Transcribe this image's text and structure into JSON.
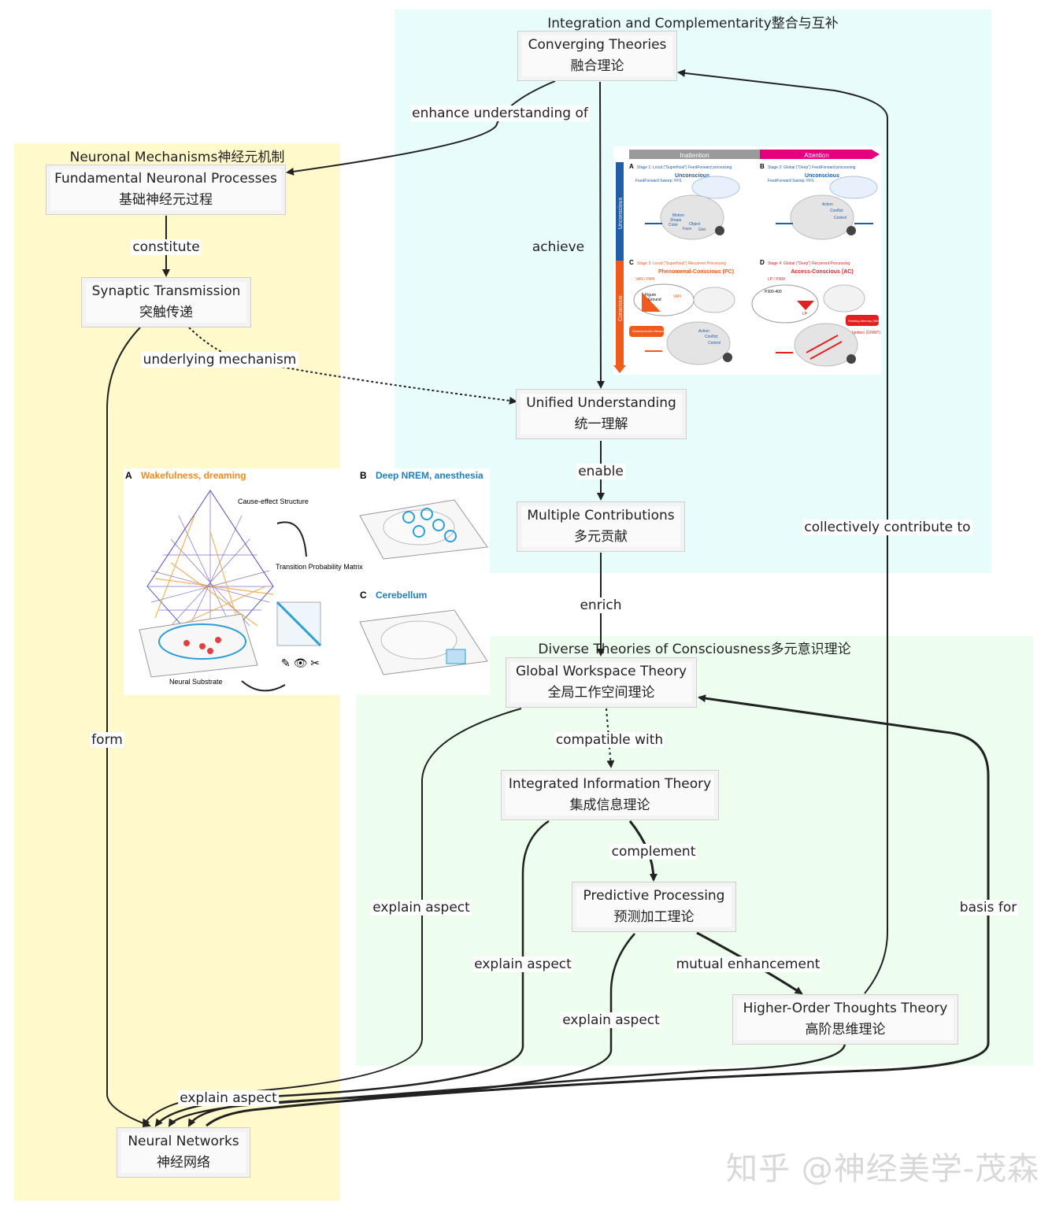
{
  "groups": {
    "integration": "Integration and Complementarity整合与互补",
    "neuronal": "Neuronal Mechanisms神经元机制",
    "diverse": "Diverse Theories of Consciousness多元意识理论"
  },
  "nodes": {
    "converging": {
      "en": "Converging Theories",
      "zh": "融合理论"
    },
    "fundamental": {
      "en": "Fundamental Neuronal Processes",
      "zh": "基础神经元过程"
    },
    "synaptic": {
      "en": "Synaptic Transmission",
      "zh": "突触传递"
    },
    "unified": {
      "en": "Unified Understanding",
      "zh": "统一理解"
    },
    "multiple": {
      "en": "Multiple Contributions",
      "zh": "多元贡献"
    },
    "gwt": {
      "en": "Global Workspace Theory",
      "zh": "全局工作空间理论"
    },
    "iit": {
      "en": "Integrated Information Theory",
      "zh": "集成信息理论"
    },
    "pp": {
      "en": "Predictive Processing",
      "zh": "预测加工理论"
    },
    "hot": {
      "en": "Higher-Order Thoughts Theory",
      "zh": "高阶思维理论"
    },
    "neural": {
      "en": "Neural Networks",
      "zh": "神经网络"
    }
  },
  "edge_labels": {
    "enhance": "enhance understanding of",
    "constitute": "constitute",
    "achieve": "achieve",
    "underlying": "underlying mechanism",
    "enable": "enable",
    "enrich": "enrich",
    "collectively": "collectively contribute to",
    "form": "form",
    "compatible": "compatible with",
    "complement": "complement",
    "explain_gwt": "explain aspect",
    "explain_iit": "explain aspect",
    "mutual": "mutual enhancement",
    "explain_pp": "explain aspect",
    "basis": "basis for",
    "explain_hot": "explain aspect"
  },
  "figure_top": {
    "bar_left": "Inattention",
    "bar_right": "Attention",
    "axis_top": "Unconscious",
    "axis_bottom": "Conscious",
    "panels": {
      "a": {
        "letter": "A",
        "title": "Stage 1: Local (\"Superficial\") FeedForward processing",
        "sub": "Unconscious",
        "note": "FeedForward Sweep: FFS"
      },
      "b": {
        "letter": "B",
        "title": "Stage 2: Global (\"Deep\") FeedForward processing",
        "sub": "Unconscious",
        "note": "FeedForward Sweep: FFS"
      },
      "c": {
        "letter": "C",
        "title": "Stage 3: Local (\"Superficial\") Recurrent Processing",
        "sub": "Phenomenal-Conscious (PC)",
        "note": "VAN / PAN"
      },
      "d": {
        "letter": "D",
        "title": "Stage 4: Global (\"Deep\") Recurrent Processing",
        "sub": "Access-Conscious (AC)",
        "note": "LP / P300"
      }
    },
    "brain_words": [
      "Motion",
      "Shape",
      "Color",
      "Object",
      "Face",
      "Gist"
    ],
    "brain_words_global": [
      "Action",
      "Conflict",
      "Control"
    ],
    "memory_label": "Sensory/Iconic Memory (IM)",
    "working_memory": "Working Memory (WM)",
    "ignition": "Ignition (GNWT)",
    "figure_ground": [
      "Figure",
      "Ground"
    ],
    "van": "VAN",
    "lp": "LP",
    "p300": "P300-400"
  },
  "figure_left": {
    "a_letter": "A",
    "a_title": "Wakefulness, dreaming",
    "b_letter": "B",
    "b_title": "Deep NREM, anesthesia",
    "c_letter": "C",
    "c_title": "Cerebellum",
    "cause_effect": "Cause-effect Structure",
    "transition": "Transition Probability Matrix",
    "substrate": "Neural Substrate"
  },
  "watermark": "知乎 @神经美学-茂森",
  "colors": {
    "integration_bg": "#e8fcfc",
    "neuronal_bg": "#fff9cc",
    "diverse_bg": "#edfdee",
    "attention": "#e6007e",
    "inattention": "#9a9a9a",
    "unconscious": "#1f5fa8",
    "conscious": "#f05a1a"
  }
}
